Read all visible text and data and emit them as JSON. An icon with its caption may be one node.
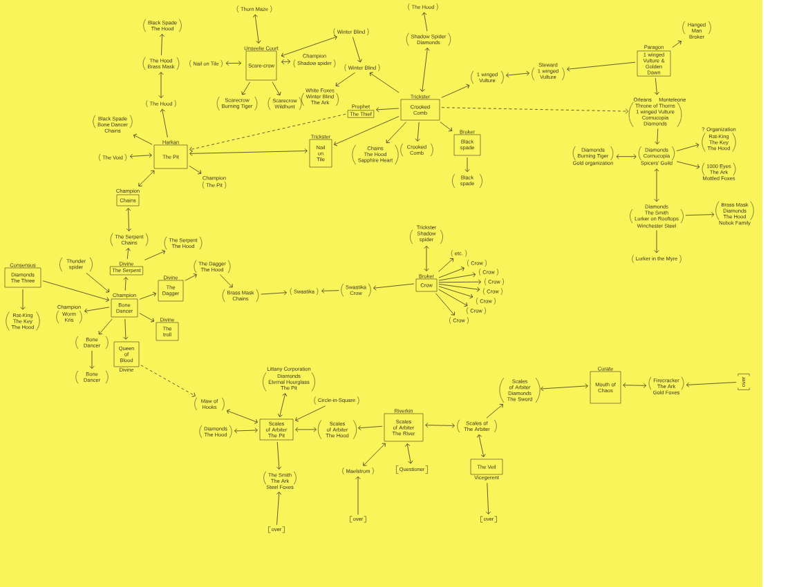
{
  "diagram": {
    "nodes": [
      {
        "text": [
          "Black Spade",
          "The Hood"
        ]
      },
      {
        "text": [
          "The Hood",
          "Brass Mask"
        ]
      },
      {
        "text": [
          "The Hood"
        ]
      },
      {
        "text": [
          "Black Spade",
          "Bone Dancer",
          "Chains"
        ]
      },
      {
        "text": [
          "The Void"
        ]
      },
      {
        "text": [
          "Harkan",
          "The Pit"
        ]
      },
      {
        "text": [
          "Champion",
          "The Pit"
        ]
      },
      {
        "text": [
          "Champion",
          "Chains"
        ]
      },
      {
        "text": [
          "Thorn Maze"
        ]
      },
      {
        "text": [
          "Nail on Tile"
        ]
      },
      {
        "text": [
          "Unseelie Court",
          "Scare-crow"
        ]
      },
      {
        "text": [
          "Scarecrow",
          "Burning Tiger"
        ]
      },
      {
        "text": [
          "Scarecrow",
          "Wildhunt"
        ]
      },
      {
        "text": [
          "Winter Blind"
        ]
      },
      {
        "text": [
          "Champion",
          "Shadow spider"
        ]
      },
      {
        "text": [
          "Winter Blind"
        ]
      },
      {
        "text": [
          "White Foxes",
          "Winter Blind",
          "The Ark"
        ]
      },
      {
        "text": [
          "Prophet",
          "The Thief"
        ]
      },
      {
        "text": [
          "Trickster",
          "Nail on Tile"
        ]
      },
      {
        "text": [
          "The Hood"
        ]
      },
      {
        "text": [
          "Shadow Spider",
          "Diamonds"
        ]
      },
      {
        "text": [
          "Trickster",
          "Crooked Comb"
        ]
      },
      {
        "text": [
          "1 winged Vulture"
        ]
      },
      {
        "text": [
          "Chains",
          "The Hood",
          "Sapphire Heart"
        ]
      },
      {
        "text": [
          "Crooked Comb"
        ]
      },
      {
        "text": [
          "Broker",
          "Black spade"
        ]
      },
      {
        "text": [
          "Black spade"
        ]
      },
      {
        "text": [
          "Steward",
          "1 winged Vulture"
        ]
      },
      {
        "text": [
          "Hanged Man",
          "Broker"
        ]
      },
      {
        "text": [
          "Paragon",
          "1 winged Vulture & Golden Dawn"
        ]
      },
      {
        "text": [
          "Orleans",
          "Monteleone",
          "Throne of Thorns",
          "1 winged Vulture",
          "Cornucopia",
          "Diamonds"
        ]
      },
      {
        "text": [
          "Diamonds",
          "Burning Tiger",
          "Gold organization"
        ]
      },
      {
        "text": [
          "Diamonds",
          "Cornucopia",
          "Spicers' Guild"
        ]
      },
      {
        "text": [
          "? Organization",
          "Rat-King",
          "The Key",
          "The Hood"
        ]
      },
      {
        "text": [
          "1000 Eyes",
          "The Ark",
          "Mottled Foxes"
        ]
      },
      {
        "text": [
          "Diamonds",
          "The Smith",
          "Lurker on Rooftops",
          "Winchester Steel"
        ]
      },
      {
        "text": [
          "Brass Mask",
          "Diamonds",
          "The Hood",
          "Nobok Family"
        ]
      },
      {
        "text": [
          "Lurker in the Myre"
        ]
      },
      {
        "text": [
          "The Serpent",
          "Chains"
        ]
      },
      {
        "text": [
          "The Serpent",
          "The Hood"
        ]
      },
      {
        "text": [
          "Consensus",
          "Diamonds",
          "The Three"
        ]
      },
      {
        "text": [
          "Thunder spider"
        ]
      },
      {
        "text": [
          "Divine",
          "The Serpent"
        ]
      },
      {
        "text": [
          "Champion",
          "Bone Dancer"
        ]
      },
      {
        "text": [
          "Rat-King",
          "The Key",
          "The Hood"
        ]
      },
      {
        "text": [
          "Champion",
          "Worm Kris"
        ]
      },
      {
        "text": [
          "Divine",
          "The Dagger"
        ]
      },
      {
        "text": [
          "The Dagger",
          "The Hood"
        ]
      },
      {
        "text": [
          "Brass Mask",
          "Chains"
        ]
      },
      {
        "text": [
          "Divine",
          "The troll"
        ]
      },
      {
        "text": [
          "Bone Dancer"
        ]
      },
      {
        "text": [
          "Queen of Blood",
          "Divine"
        ]
      },
      {
        "text": [
          "Bone Dancer"
        ]
      },
      {
        "text": [
          "Swastika"
        ]
      },
      {
        "text": [
          "Swastika",
          "Crow"
        ]
      },
      {
        "text": [
          "Trickster",
          "Shadow spider"
        ]
      },
      {
        "text": [
          "Broker",
          "Crow"
        ]
      },
      {
        "text": [
          "etc."
        ]
      },
      {
        "text": [
          "Crow"
        ]
      },
      {
        "text": [
          "Crow"
        ]
      },
      {
        "text": [
          "Crow"
        ]
      },
      {
        "text": [
          "Crow"
        ]
      },
      {
        "text": [
          "Crow"
        ]
      },
      {
        "text": [
          "Crow"
        ]
      },
      {
        "text": [
          "Crow"
        ]
      },
      {
        "text": [
          "Littany Corporation",
          "Diamonds",
          "Eternal Hourglass",
          "The Pit"
        ]
      },
      {
        "text": [
          "Maw of Hooks"
        ]
      },
      {
        "text": [
          "Circle-in-Square"
        ]
      },
      {
        "text": [
          "Diamonds",
          "The Hood"
        ]
      },
      {
        "text": [
          "Scales of Arbiter",
          "The Pit"
        ]
      },
      {
        "text": [
          "Scales of Arbiter",
          "The Hood"
        ]
      },
      {
        "text": [
          "Riverkin",
          "Scales of Arbiter",
          "The River"
        ]
      },
      {
        "text": [
          "Scales of The Arbiter"
        ]
      },
      {
        "text": [
          "Scales of Arbiter",
          "Diamonds",
          "The Sword"
        ]
      },
      {
        "text": [
          "Curate",
          "Mouth of Chaos"
        ]
      },
      {
        "text": [
          "Firecracker",
          "The Ark",
          "Gold Foxes"
        ]
      },
      {
        "text": [
          "over"
        ]
      },
      {
        "text": [
          "The Smith",
          "The Ark",
          "Steel Foxes"
        ]
      },
      {
        "text": [
          "over"
        ]
      },
      {
        "text": [
          "Maelstrom"
        ]
      },
      {
        "text": [
          "over"
        ]
      },
      {
        "text": [
          "Questioner"
        ]
      },
      {
        "text": [
          "The Veil",
          "Vicegerent"
        ]
      },
      {
        "text": [
          "over"
        ]
      }
    ],
    "edges": [
      {
        "from": 1,
        "to": 0,
        "arrow": "to"
      },
      {
        "from": 1,
        "to": 2,
        "arrow": "both"
      },
      {
        "from": 5,
        "to": 2,
        "arrow": "to"
      },
      {
        "from": 5,
        "to": 3,
        "arrow": "to"
      },
      {
        "from": 4,
        "to": 5,
        "arrow": "both"
      },
      {
        "from": 5,
        "to": 6,
        "arrow": "to"
      },
      {
        "from": 7,
        "to": 5,
        "arrow": "both"
      },
      {
        "from": 18,
        "to": 5,
        "arrow": "both"
      },
      {
        "from": 17,
        "to": 5,
        "arrow": "to",
        "style": "dashed"
      },
      {
        "from": 8,
        "to": 10,
        "arrow": "both"
      },
      {
        "from": 9,
        "to": 10,
        "arrow": "both"
      },
      {
        "from": 10,
        "to": 11,
        "arrow": "to"
      },
      {
        "from": 10,
        "to": 12,
        "arrow": "to"
      },
      {
        "from": 10,
        "to": 13,
        "arrow": "both"
      },
      {
        "from": 10,
        "to": 14,
        "arrow": "both"
      },
      {
        "from": 13,
        "to": 15,
        "arrow": "to"
      },
      {
        "from": 15,
        "to": 16,
        "arrow": "to"
      },
      {
        "from": 21,
        "to": 15,
        "arrow": "to"
      },
      {
        "from": 21,
        "to": 17,
        "arrow": "to"
      },
      {
        "from": 21,
        "to": 18,
        "arrow": "to"
      },
      {
        "from": 21,
        "to": 20,
        "arrow": "both"
      },
      {
        "from": 20,
        "to": 19,
        "arrow": "to"
      },
      {
        "from": 21,
        "to": 22,
        "arrow": "to"
      },
      {
        "from": 21,
        "to": 23,
        "arrow": "to"
      },
      {
        "from": 21,
        "to": 24,
        "arrow": "to"
      },
      {
        "from": 21,
        "to": 25,
        "arrow": "to"
      },
      {
        "from": 25,
        "to": 26,
        "arrow": "to"
      },
      {
        "from": 21,
        "to": 30,
        "arrow": "to",
        "style": "dashed"
      },
      {
        "from": 22,
        "to": 27,
        "arrow": "both"
      },
      {
        "from": 29,
        "to": 27,
        "arrow": "to"
      },
      {
        "from": 29,
        "to": 28,
        "arrow": "to"
      },
      {
        "from": 29,
        "to": 30,
        "arrow": "to"
      },
      {
        "from": 30,
        "to": 32,
        "arrow": "to"
      },
      {
        "from": 31,
        "to": 32,
        "arrow": "both"
      },
      {
        "from": 32,
        "to": 33,
        "arrow": "to"
      },
      {
        "from": 32,
        "to": 34,
        "arrow": "to"
      },
      {
        "from": 32,
        "to": 35,
        "arrow": "both"
      },
      {
        "from": 35,
        "to": 36,
        "arrow": "to"
      },
      {
        "from": 35,
        "to": 37,
        "arrow": "to"
      },
      {
        "from": 7,
        "to": 38,
        "arrow": "both"
      },
      {
        "from": 42,
        "to": 38,
        "arrow": "to"
      },
      {
        "from": 42,
        "to": 39,
        "arrow": "to"
      },
      {
        "from": 43,
        "to": 42,
        "arrow": "to"
      },
      {
        "from": 40,
        "to": 43,
        "arrow": "to"
      },
      {
        "from": 40,
        "to": 44,
        "arrow": "to"
      },
      {
        "from": 41,
        "to": 43,
        "arrow": "to"
      },
      {
        "from": 43,
        "to": 45,
        "arrow": "to"
      },
      {
        "from": 43,
        "to": 46,
        "arrow": "to"
      },
      {
        "from": 46,
        "to": 47,
        "arrow": "to"
      },
      {
        "from": 47,
        "to": 48,
        "arrow": "to"
      },
      {
        "from": 43,
        "to": 49,
        "arrow": "to"
      },
      {
        "from": 43,
        "to": 50,
        "arrow": "to"
      },
      {
        "from": 43,
        "to": 51,
        "arrow": "to"
      },
      {
        "from": 50,
        "to": 52,
        "arrow": "to"
      },
      {
        "from": 51,
        "to": 66,
        "arrow": "to",
        "style": "dashed"
      },
      {
        "from": 48,
        "to": 53,
        "arrow": "to"
      },
      {
        "from": 54,
        "to": 53,
        "arrow": "to"
      },
      {
        "from": 56,
        "to": 54,
        "arrow": "to"
      },
      {
        "from": 55,
        "to": 56,
        "arrow": "both"
      },
      {
        "from": 56,
        "to": 57,
        "arrow": "to"
      },
      {
        "from": 56,
        "to": 58,
        "arrow": "to"
      },
      {
        "from": 56,
        "to": 59,
        "arrow": "to"
      },
      {
        "from": 56,
        "to": 60,
        "arrow": "to"
      },
      {
        "from": 56,
        "to": 61,
        "arrow": "to"
      },
      {
        "from": 56,
        "to": 62,
        "arrow": "to"
      },
      {
        "from": 56,
        "to": 63,
        "arrow": "to"
      },
      {
        "from": 56,
        "to": 64,
        "arrow": "to"
      },
      {
        "from": 65,
        "to": 69,
        "arrow": "both"
      },
      {
        "from": 66,
        "to": 69,
        "arrow": "both"
      },
      {
        "from": 67,
        "to": 69,
        "arrow": "to"
      },
      {
        "from": 68,
        "to": 69,
        "arrow": "both"
      },
      {
        "from": 69,
        "to": 70,
        "arrow": "both"
      },
      {
        "from": 69,
        "to": 77,
        "arrow": "to"
      },
      {
        "from": 71,
        "to": 70,
        "arrow": "to"
      },
      {
        "from": 71,
        "to": 72,
        "arrow": "both"
      },
      {
        "from": 79,
        "to": 71,
        "arrow": "both"
      },
      {
        "from": 71,
        "to": 81,
        "arrow": "both"
      },
      {
        "from": 72,
        "to": 73,
        "arrow": "to"
      },
      {
        "from": 73,
        "to": 74,
        "arrow": "both"
      },
      {
        "from": 74,
        "to": 75,
        "arrow": "both"
      },
      {
        "from": 76,
        "to": 75,
        "arrow": "to"
      },
      {
        "from": 72,
        "to": 82,
        "arrow": "both"
      },
      {
        "from": 82,
        "to": 83,
        "arrow": "to"
      },
      {
        "from": 78,
        "to": 77,
        "arrow": "to"
      },
      {
        "from": 80,
        "to": 79,
        "arrow": "to"
      }
    ]
  }
}
